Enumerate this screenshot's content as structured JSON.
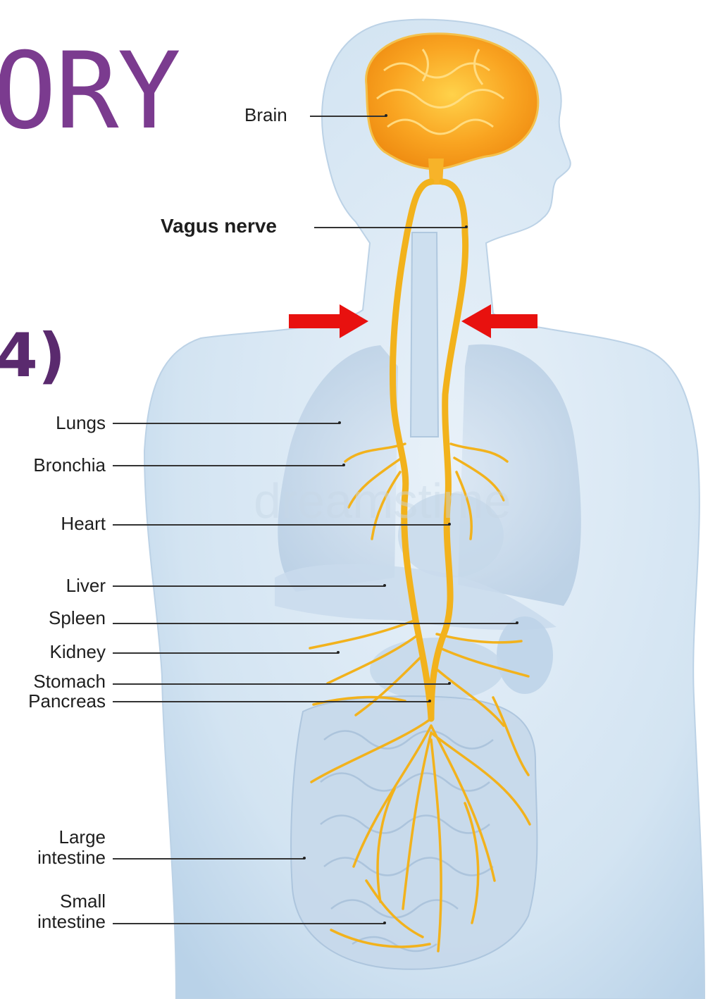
{
  "slide": {
    "title_fragment": "ORY",
    "subtitle_fragment": "4)",
    "title_color": "#7b3b8f",
    "subtitle_color": "#5a2a6e"
  },
  "colors": {
    "nerve": "#f2b21c",
    "brain": "#f59a1a",
    "body_fill": "#d9e8f4",
    "arrow": "#e8110f"
  },
  "watermark": "dreamstime",
  "labels": {
    "brain": "Brain",
    "vagus_nerve": "Vagus nerve",
    "lungs": "Lungs",
    "bronchia": "Bronchia",
    "heart": "Heart",
    "liver": "Liver",
    "spleen": "Spleen",
    "kidney": "Kidney",
    "stomach": "Stomach",
    "pancreas": "Pancreas",
    "large_intestine_1": "Large",
    "large_intestine_2": "intestine",
    "small_intestine_1": "Small",
    "small_intestine_2": "intestine"
  },
  "icons": [
    "arrow-right-icon",
    "arrow-left-icon"
  ]
}
